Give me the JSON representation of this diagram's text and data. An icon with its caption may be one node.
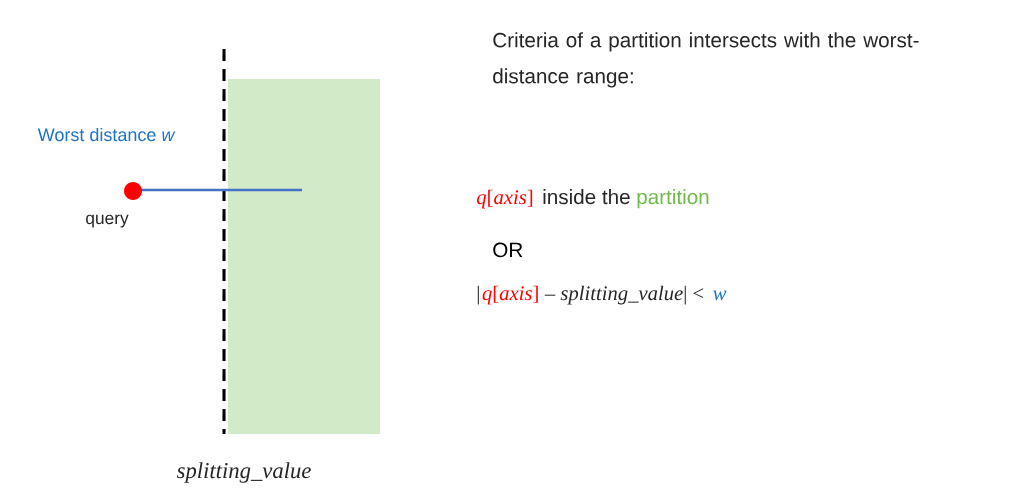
{
  "diagram": {
    "nodes": [
      {
        "text": [],
        "shape": "circle",
        "beside": [
          "query"
        ]
      }
    ],
    "labels": [
      "Worst distance *w*",
      "*splitting_value*",
      "Criteria of a partition intersects with the worst-distance range:",
      "*q*[*axis*]",
      "inside the",
      "partition",
      "OR",
      "|",
      "*q*[*axis*]",
      "– *splitting_value*| <",
      "*w*"
    ]
  }
}
